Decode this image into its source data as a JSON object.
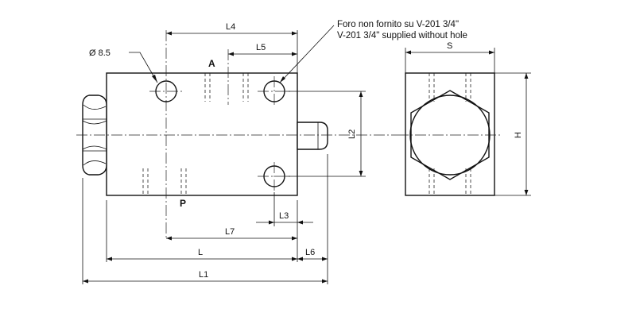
{
  "labels": {
    "port_a": "A",
    "port_p": "P",
    "hole_diameter": "Ø 8.5",
    "l1": "L1",
    "l": "L",
    "l2": "L2",
    "l3": "L3",
    "l4": "L4",
    "l5": "L5",
    "l6": "L6",
    "l7": "L7",
    "s": "S",
    "h": "H"
  },
  "note": {
    "line1": "Foro non fornito su V-201 3/4\"",
    "line2": "V-201 3/4\" supplied without hole"
  }
}
